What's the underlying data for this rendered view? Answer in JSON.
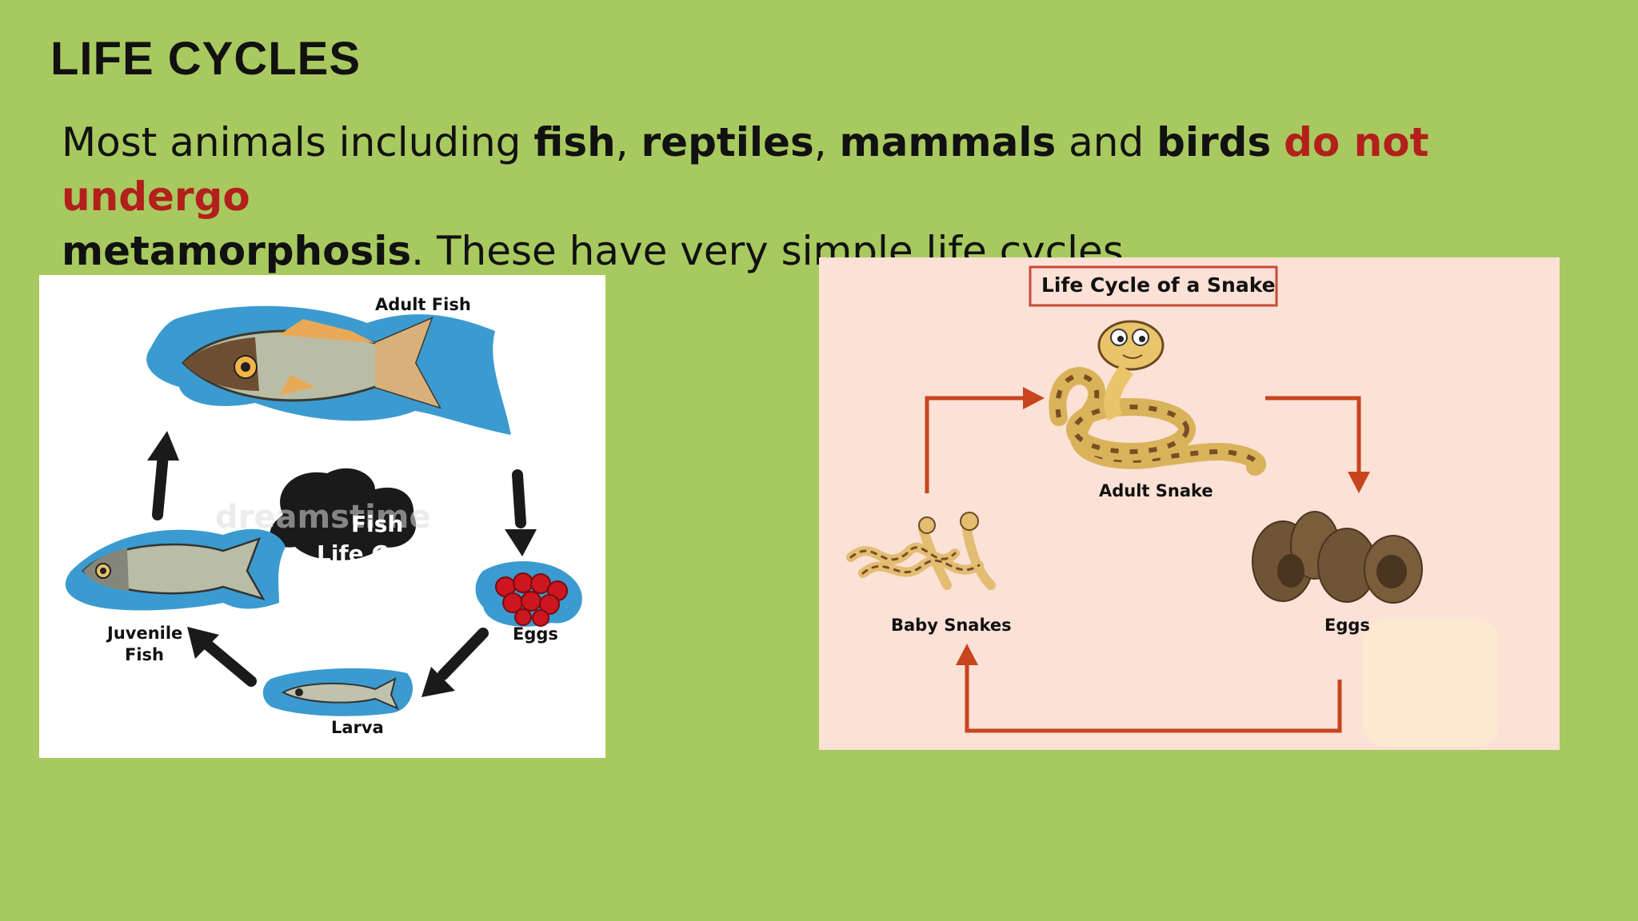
{
  "slide": {
    "title": "LIFE CYCLES",
    "para": {
      "p1": "Most animals including ",
      "fish": "fish",
      "c1": ", ",
      "reptiles": "reptiles",
      "c2": ", ",
      "mammals": "mammals",
      "and": " and ",
      "birds": "birds",
      "sp": " ",
      "red": "do not undergo",
      "br_word": "metamorphosis",
      "end": ". These have very simple life cycles."
    }
  },
  "fish_cycle": {
    "center_line1": "Fish",
    "center_line2": "Life Cycle",
    "adult": "Adult Fish",
    "eggs": "Eggs",
    "larva": "Larva",
    "juvenile_line1": "Juvenile",
    "juvenile_line2": "Fish",
    "watermark": "dreamstime"
  },
  "snake_cycle": {
    "title": "Life Cycle of a Snake",
    "adult": "Adult Snake",
    "eggs": "Eggs",
    "babies": "Baby Snakes"
  },
  "colors": {
    "background": "#a8c95f",
    "highlight": "#b3201c",
    "arrow_snake": "#c8441c",
    "fish_blue": "#3b9bd0"
  }
}
